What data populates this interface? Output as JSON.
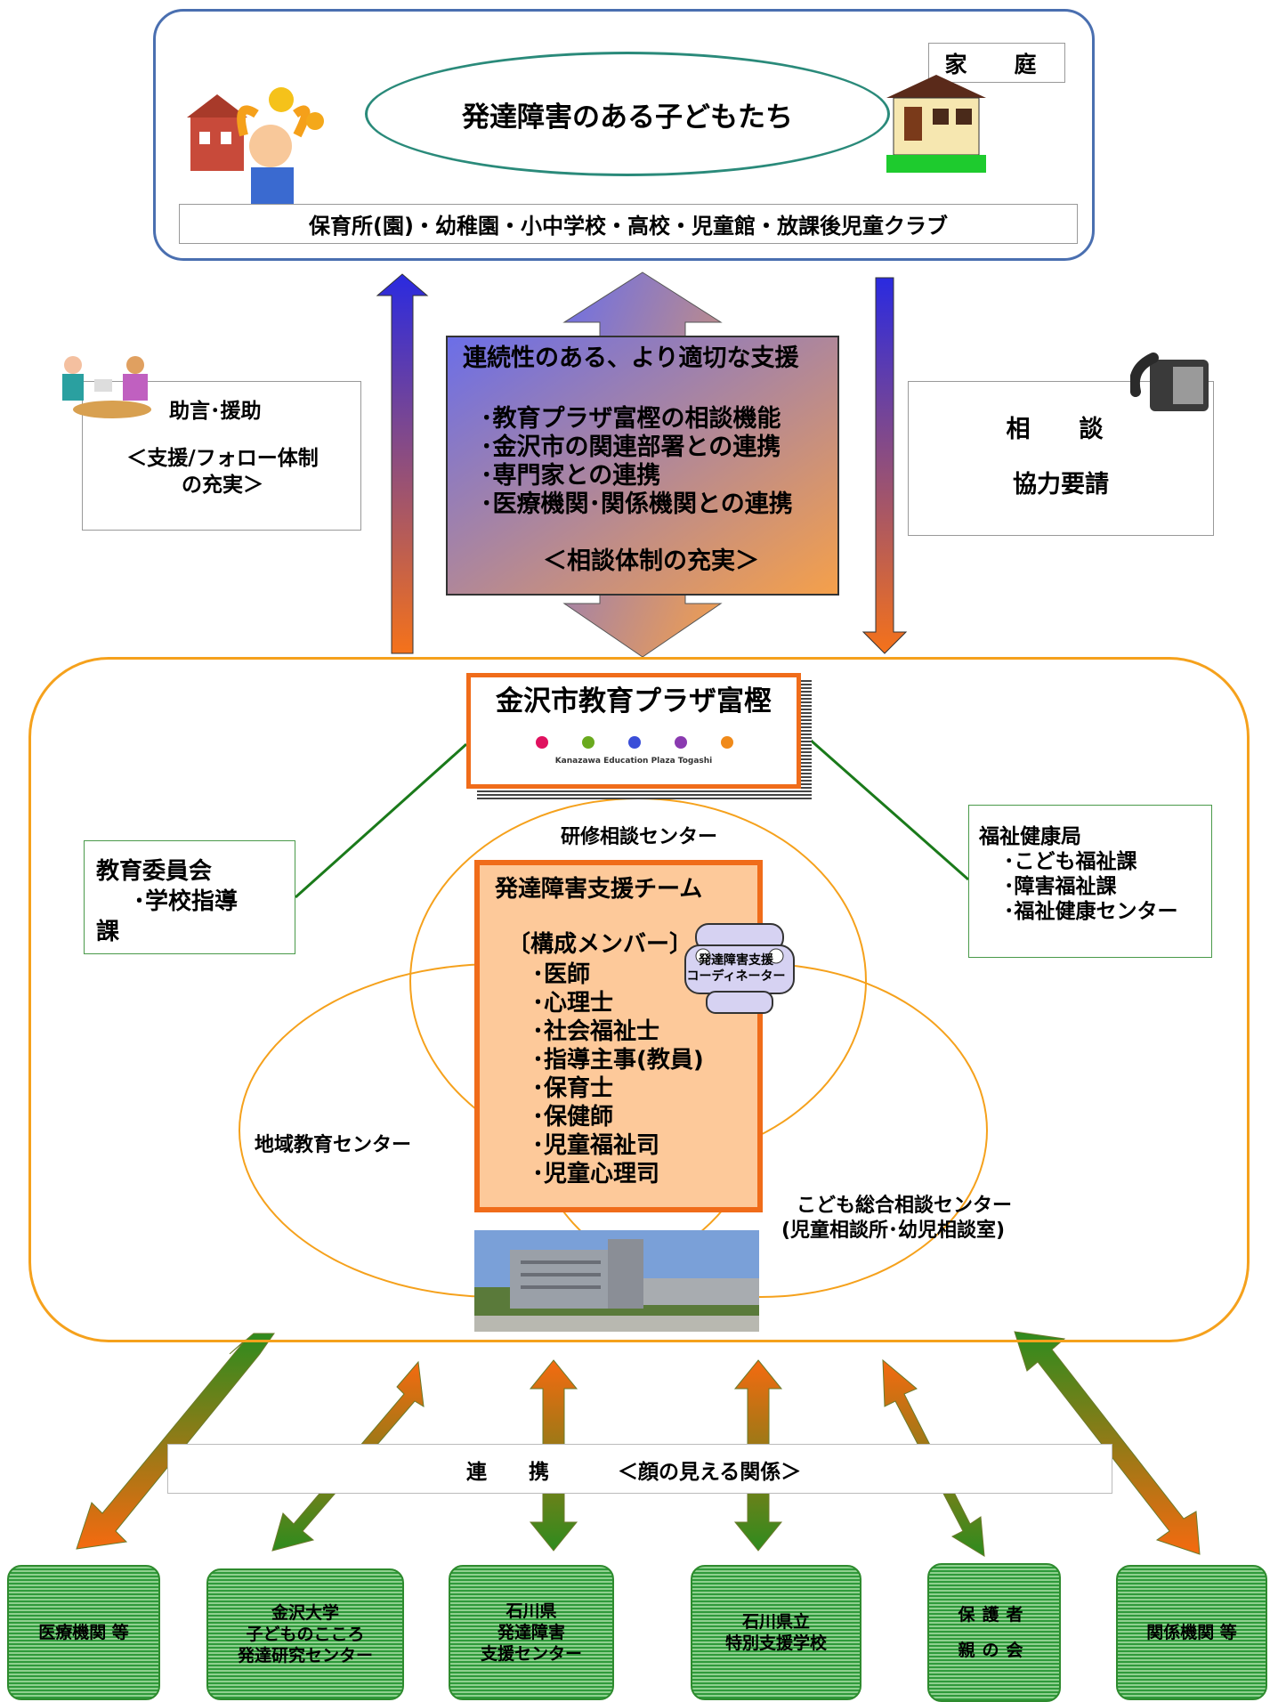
{
  "top": {
    "children": "発達障害のある子どもたち",
    "family": "家　庭",
    "schools": "保育所(園)・幼稚園・小中学校・高校・児童館・放課後児童クラブ"
  },
  "advice": {
    "title": "助言･援助",
    "sub_1": "＜支援/フォロー体制",
    "sub_2": "の充実＞"
  },
  "consult": {
    "line_1": "相　談",
    "line_2": "協力要請"
  },
  "support": {
    "title": "連続性のある、より適切な支援",
    "items": [
      "･教育プラザ富樫の相談機能",
      "･金沢市の関連部署との連携",
      "･専門家との連携",
      "･医療機関･関係機関との連携"
    ],
    "footer": "＜相談体制の充実＞"
  },
  "plaza": {
    "title": "金沢市教育プラザ富樫",
    "subtitle": "Kanazawa Education Plaza Togashi",
    "dot_colors": [
      "#e0115f",
      "#6aaa1e",
      "#3a4ed8",
      "#8a3ab0",
      "#f08a1a"
    ]
  },
  "centers": {
    "kenshu": "研修相談センター",
    "chiiki": "地域教育センター",
    "kodomo_1": "こども総合相談センター",
    "kodomo_2": "(児童相談所･幼児相談室)"
  },
  "team": {
    "title": "発達障害支援チーム",
    "sub": "〔構成メンバー〕",
    "members": [
      "･医師",
      "･心理士",
      "･社会福祉士",
      "･指導主事(教員)",
      "･保育士",
      "･保健師",
      "･児童福祉司",
      "･児童心理司"
    ]
  },
  "coordinator": {
    "line_1": "発達障害支援",
    "line_2": "コーディネーター"
  },
  "board": {
    "line_1": "教育委員会",
    "line_2": "･学校指導",
    "line_3": "課"
  },
  "welfare": {
    "title": "福祉健康局",
    "items": [
      "･こども福祉課",
      "･障害福祉課",
      "･福祉健康センター"
    ]
  },
  "collab": {
    "label": "連　携",
    "sub": "＜顔の見える関係＞"
  },
  "orgs": {
    "medical": "医療機関 等",
    "univ": [
      "金沢大学",
      "子どものこころ",
      "発達研究センター"
    ],
    "pref": [
      "石川県",
      "発達障害",
      "支援センター"
    ],
    "school": [
      "石川県立",
      "特別支援学校"
    ],
    "parents": [
      "保護者",
      "親の会"
    ],
    "related": "関係機関 等"
  },
  "colors": {
    "orange": "#f06c1a",
    "container": "#f5a11c",
    "green": "#2f9a3b",
    "blue": "#3030d8"
  }
}
